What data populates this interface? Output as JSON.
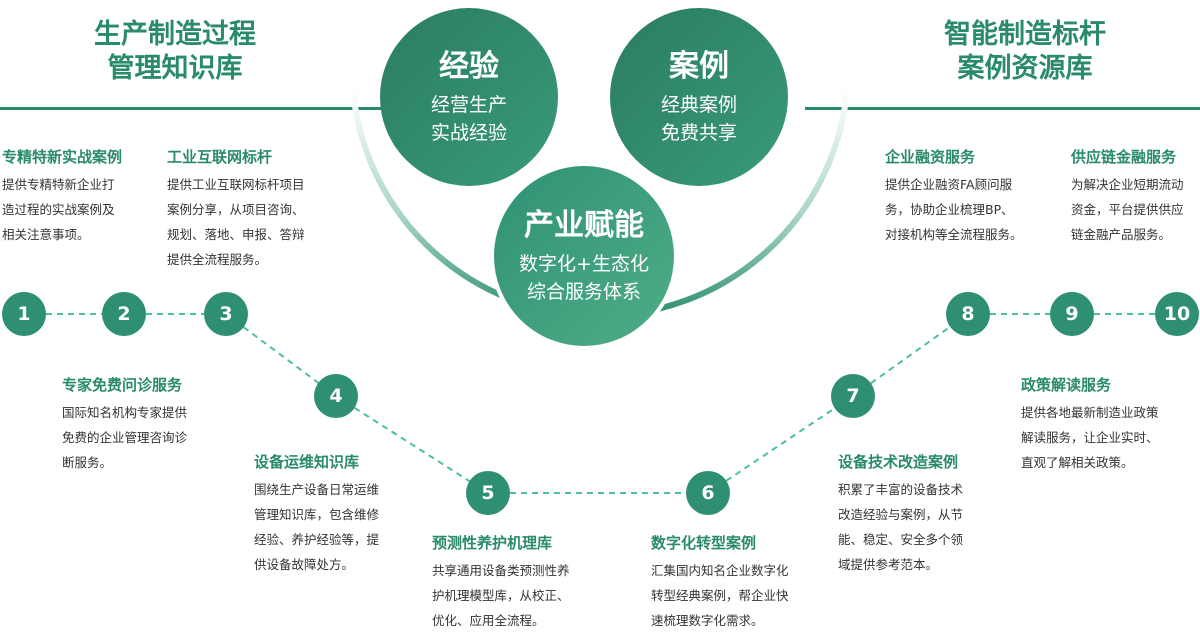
{
  "left_header": {
    "line1": "生产制造过程",
    "line2": "管理知识库"
  },
  "right_header": {
    "line1": "智能制造标杆",
    "line2": "案例资源库"
  },
  "circles": {
    "experience": {
      "title": "经验",
      "line1": "经营生产",
      "line2": "实战经验"
    },
    "cases": {
      "title": "案例",
      "line1": "经典案例",
      "line2": "免费共享"
    },
    "empower": {
      "title": "产业赋能",
      "line1": "数字化+生态化",
      "line2": "综合服务体系"
    }
  },
  "nodes": [
    "1",
    "2",
    "3",
    "4",
    "5",
    "6",
    "7",
    "8",
    "9",
    "10"
  ],
  "items": [
    {
      "title": "专精特新实战案例",
      "desc": "提供专精特新企业打\n造过程的实战案例及\n相关注意事项。"
    },
    {
      "title": "工业互联网标杆",
      "desc": "提供工业互联网标杆项目\n案例分享，从项目咨询、\n规划、落地、申报、答辩\n提供全流程服务。"
    },
    {
      "title": "专家免费问诊服务",
      "desc": "国际知名机构专家提供\n免费的企业管理咨询诊\n断服务。"
    },
    {
      "title": "设备运维知识库",
      "desc": "围绕生产设备日常运维\n管理知识库，包含维修\n经验、养护经验等，提\n供设备故障处方。"
    },
    {
      "title": "预测性养护机理库",
      "desc": "共享通用设备类预测性养\n护机理模型库，从校正、\n优化、应用全流程。"
    },
    {
      "title": "数字化转型案例",
      "desc": "汇集国内知名企业数字化\n转型经典案例，帮企业快\n速梳理数字化需求。"
    },
    {
      "title": "设备技术改造案例",
      "desc": "积累了丰富的设备技术\n改造经验与案例，从节\n能、稳定、安全多个领\n域提供参考范本。"
    },
    {
      "title": "企业融资服务",
      "desc": "提供企业融资FA顾问服\n务，协助企业梳理BP、\n对接机构等全流程服务。"
    },
    {
      "title": "供应链金融服务",
      "desc": "为解决企业短期流动\n资金，平台提供供应\n链金融产品服务。"
    },
    {
      "title": "政策解读服务",
      "desc": "提供各地最新制造业政策\n解读服务，让企业实时、\n直观了解相关政策。"
    }
  ],
  "colors": {
    "primary": "#2a8a6c",
    "node": "#2f8f72",
    "dashed": "#4dbf9a"
  }
}
